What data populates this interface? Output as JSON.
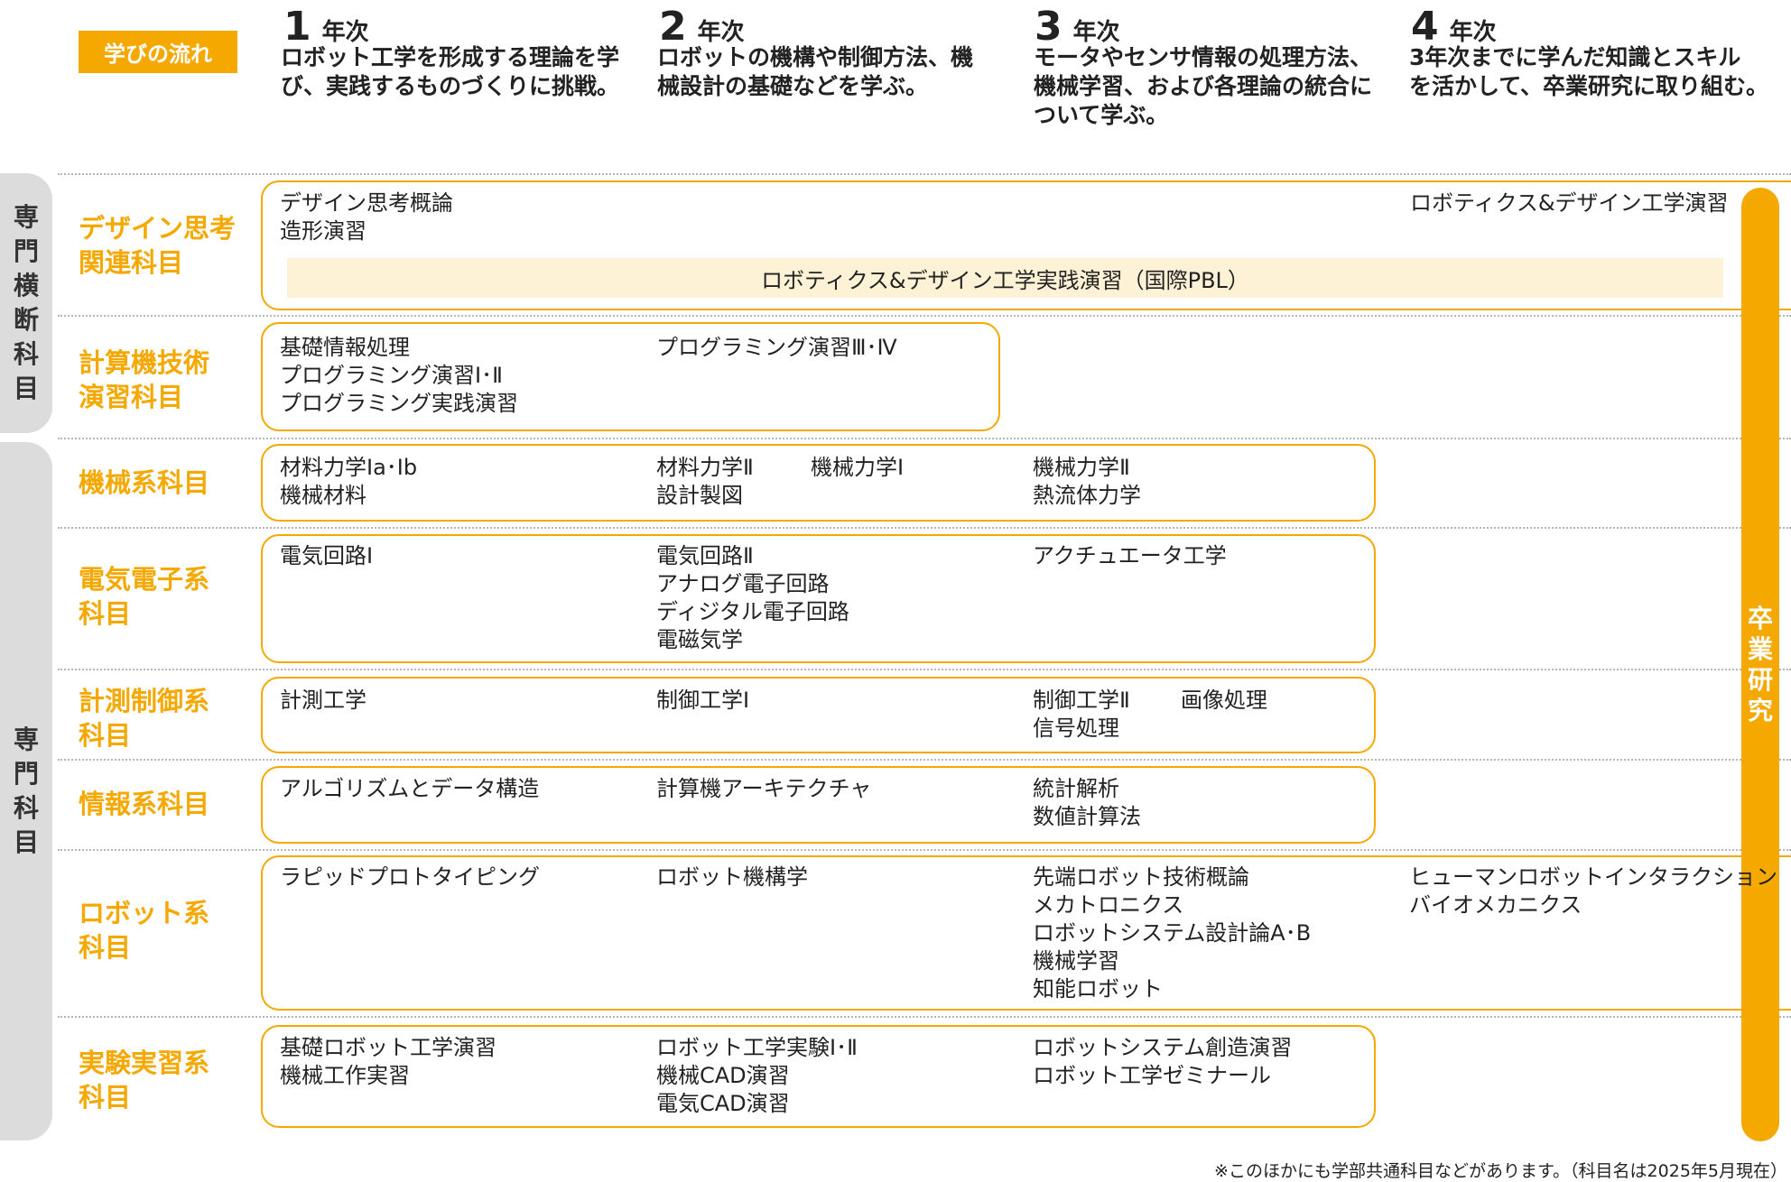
{
  "flow_label": "学びの流れ",
  "years": [
    {
      "num": "1",
      "label": "年次",
      "desc": [
        "ロボット工学を形成する理論を学",
        "び、実践するものづくりに挑戦。"
      ]
    },
    {
      "num": "2",
      "label": "年次",
      "desc": [
        "ロボットの機構や制御方法、機",
        "械設計の基礎などを学ぶ。"
      ]
    },
    {
      "num": "3",
      "label": "年次",
      "desc": [
        "モータやセンサ情報の処理方法、",
        "機械学習、および各理論の統合に",
        "ついて学ぶ。"
      ]
    },
    {
      "num": "4",
      "label": "年次",
      "desc": [
        "3年次までに学んだ知識とスキル",
        "を活かして、卒業研究に取り組む。"
      ]
    }
  ],
  "groups": {
    "cross": [
      "専",
      "門",
      "横",
      "断",
      "科",
      "目"
    ],
    "major": [
      "専",
      "門",
      "科",
      "目"
    ]
  },
  "graduation": [
    "卒",
    "業",
    "研",
    "究"
  ],
  "categories": [
    {
      "label": [
        "デザイン思考",
        "関連科目"
      ],
      "y1": [
        "デザイン思考概論",
        "造形演習"
      ],
      "y2": [],
      "y3": [],
      "y4": [
        "ロボティクス&デザイン工学演習"
      ],
      "band": "ロボティクス&デザイン工学実践演習（国際PBL）"
    },
    {
      "label": [
        "計算機技術",
        "演習科目"
      ],
      "y1": [
        "基礎情報処理",
        "プログラミング演習Ⅰ･Ⅱ",
        "プログラミング実践演習"
      ],
      "y2": [
        "プログラミング演習Ⅲ･Ⅳ"
      ],
      "y3": [],
      "y4": []
    },
    {
      "label": [
        "機械系科目"
      ],
      "y1": [
        "材料力学Ⅰa･Ⅰb",
        "機械材料"
      ],
      "y2": [
        "材料力学Ⅱ",
        "設計製図"
      ],
      "y2b": [
        "機械力学Ⅰ"
      ],
      "y3": [
        "機械力学Ⅱ",
        "熱流体力学"
      ],
      "y4": []
    },
    {
      "label": [
        "電気電子系",
        "科目"
      ],
      "y1": [
        "電気回路Ⅰ"
      ],
      "y2": [
        "電気回路Ⅱ",
        "アナログ電子回路",
        "ディジタル電子回路",
        "電磁気学"
      ],
      "y3": [
        "アクチュエータ工学"
      ],
      "y4": []
    },
    {
      "label": [
        "計測制御系",
        "科目"
      ],
      "y1": [
        "計測工学"
      ],
      "y2": [
        "制御工学Ⅰ"
      ],
      "y3": [
        "制御工学Ⅱ",
        "信号処理"
      ],
      "y3b": [
        "画像処理"
      ],
      "y4": []
    },
    {
      "label": [
        "情報系科目"
      ],
      "y1": [
        "アルゴリズムとデータ構造"
      ],
      "y2": [
        "計算機アーキテクチャ"
      ],
      "y3": [
        "統計解析",
        "数値計算法"
      ],
      "y4": []
    },
    {
      "label": [
        "ロボット系",
        "科目"
      ],
      "y1": [
        "ラピッドプロトタイピング"
      ],
      "y2": [
        "ロボット機構学"
      ],
      "y3": [
        "先端ロボット技術概論",
        "メカトロニクス",
        "ロボットシステム設計論A･B",
        "機械学習",
        "知能ロボット"
      ],
      "y4": [
        "ヒューマンロボットインタラクション",
        "バイオメカニクス"
      ]
    },
    {
      "label": [
        "実験実習系",
        "科目"
      ],
      "y1": [
        "基礎ロボット工学演習",
        "機械工作実習"
      ],
      "y2": [
        "ロボット工学実験Ⅰ･Ⅱ",
        "機械CAD演習",
        "電気CAD演習"
      ],
      "y3": [
        "ロボットシステム創造演習",
        "ロボット工学ゼミナール"
      ],
      "y4": []
    }
  ],
  "footnote": "※このほかにも学部共通科目などがあります。（科目名は2025年5月現在）",
  "accent": "#f5a800"
}
